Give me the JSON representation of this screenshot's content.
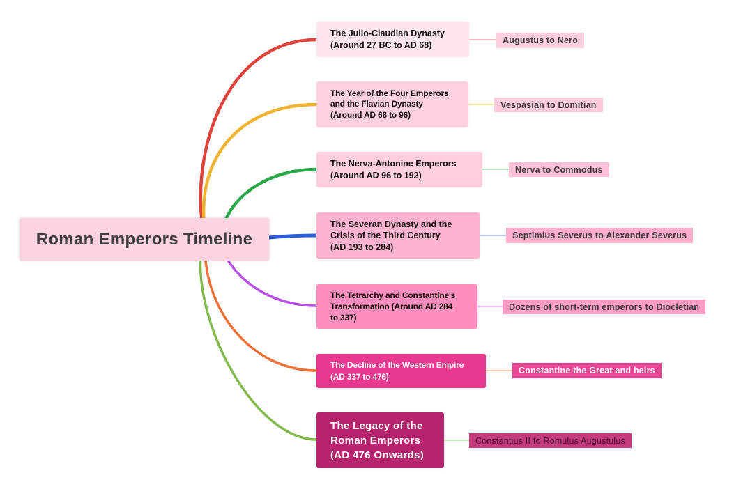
{
  "root": {
    "label": "Roman Emperors Timeline"
  },
  "topics": [
    {
      "lines": [
        "The Julio-Claudian Dynasty",
        "(Around 27 BC to AD 68)"
      ],
      "leaf": "Augustus to Nero",
      "branch_color": "#e0423c",
      "leaf_line_color": "#f2a8a0"
    },
    {
      "lines": [
        "The Year of the Four Emperors",
        "and the Flavian Dynasty",
        "(Around AD 68 to 96)"
      ],
      "leaf": "Vespasian to Domitian",
      "branch_color": "#f0b432",
      "leaf_line_color": "#f5dc8c"
    },
    {
      "lines": [
        "The Nerva-Antonine Emperors",
        "(Around AD 96 to 192)"
      ],
      "leaf": "Nerva to Commodus",
      "branch_color": "#2aa84a",
      "leaf_line_color": "#9ed8a8"
    },
    {
      "lines": [
        "The Severan Dynasty and the",
        "Crisis of the Third Century",
        "(AD 193 to 284)"
      ],
      "leaf": "Septimius Severus to Alexander Severus",
      "branch_color": "#2e5fd8",
      "leaf_line_color": "#9ab4ee"
    },
    {
      "lines": [
        "The Tetrarchy and Constantine's",
        "Transformation (Around AD 284",
        "to 337)"
      ],
      "leaf": "Dozens of short-term emperors to Diocletian",
      "branch_color": "#b84ee8",
      "leaf_line_color": "#e0aef5"
    },
    {
      "lines": [
        "The Decline of the Western Empire",
        "(AD 337 to 476)"
      ],
      "leaf": "Constantine the Great and heirs",
      "branch_color": "#ee7035",
      "leaf_line_color": "#f5b895"
    },
    {
      "lines": [
        "The Legacy of the",
        "Roman Emperors",
        "(AD 476 Onwards)"
      ],
      "leaf": "Constantius II to Romulus Augustulus",
      "branch_color": "#82b84c",
      "leaf_line_color": "#c4dea8"
    }
  ]
}
